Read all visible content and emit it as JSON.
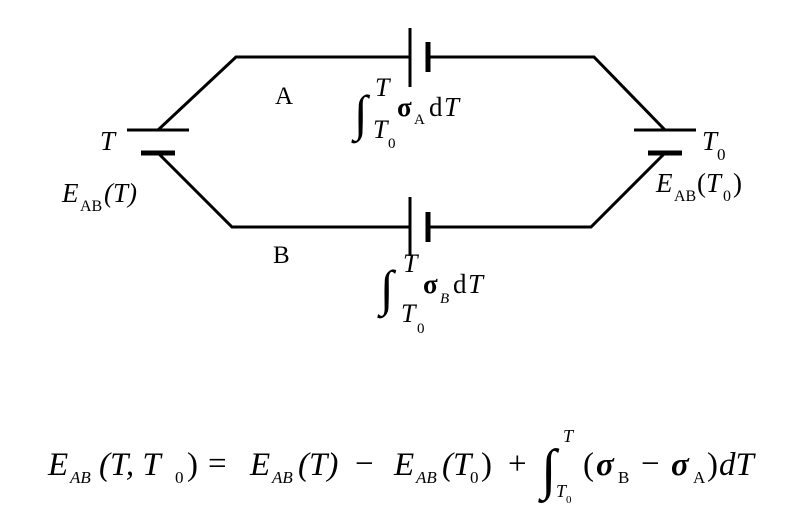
{
  "labels": {
    "wire_a": "A",
    "wire_b": "B",
    "left_temp": "T",
    "right_temp": "T",
    "right_temp_sub": "0",
    "left_emf_main": "E",
    "left_emf_sub": "AB",
    "left_emf_arg": "(T)",
    "right_emf_main": "E",
    "right_emf_sub": "AB",
    "right_emf_open": "(",
    "right_emf_T": "T",
    "right_emf_T_sub": "0",
    "right_emf_close": ")"
  },
  "thomson_a": {
    "integral": "∫",
    "upper": "T",
    "lower": "T",
    "lower_sub": "0",
    "sigma": "σ",
    "sigma_sub": "A",
    "d": "d",
    "var": "T"
  },
  "thomson_b": {
    "integral": "∫",
    "upper": "T",
    "lower": "T",
    "lower_sub": "0",
    "sigma": "σ",
    "sigma_sub": "B",
    "d": "d",
    "var": "T"
  },
  "equation": {
    "lhs_E": "E",
    "lhs_sub": "AB",
    "lhs_args_open": "(T, T",
    "lhs_args_sub": "0",
    "lhs_args_close": ")",
    "equals": "=",
    "t1_E": "E",
    "t1_sub": "AB",
    "t1_arg": "(T)",
    "minus": "−",
    "t2_E": "E",
    "t2_sub": "AB",
    "t2_open": "(T",
    "t2_sub0": "0",
    "t2_close": ")",
    "plus": "+",
    "integral": "∫",
    "int_upper": "T",
    "int_lower": "T",
    "int_lower_sub": "0",
    "paren_open": "(",
    "sigma1": "σ",
    "sigma1_sub": "B",
    "minus2": "−",
    "sigma2": "σ",
    "sigma2_sub": "A",
    "paren_close": ")",
    "dT": "dT"
  }
}
